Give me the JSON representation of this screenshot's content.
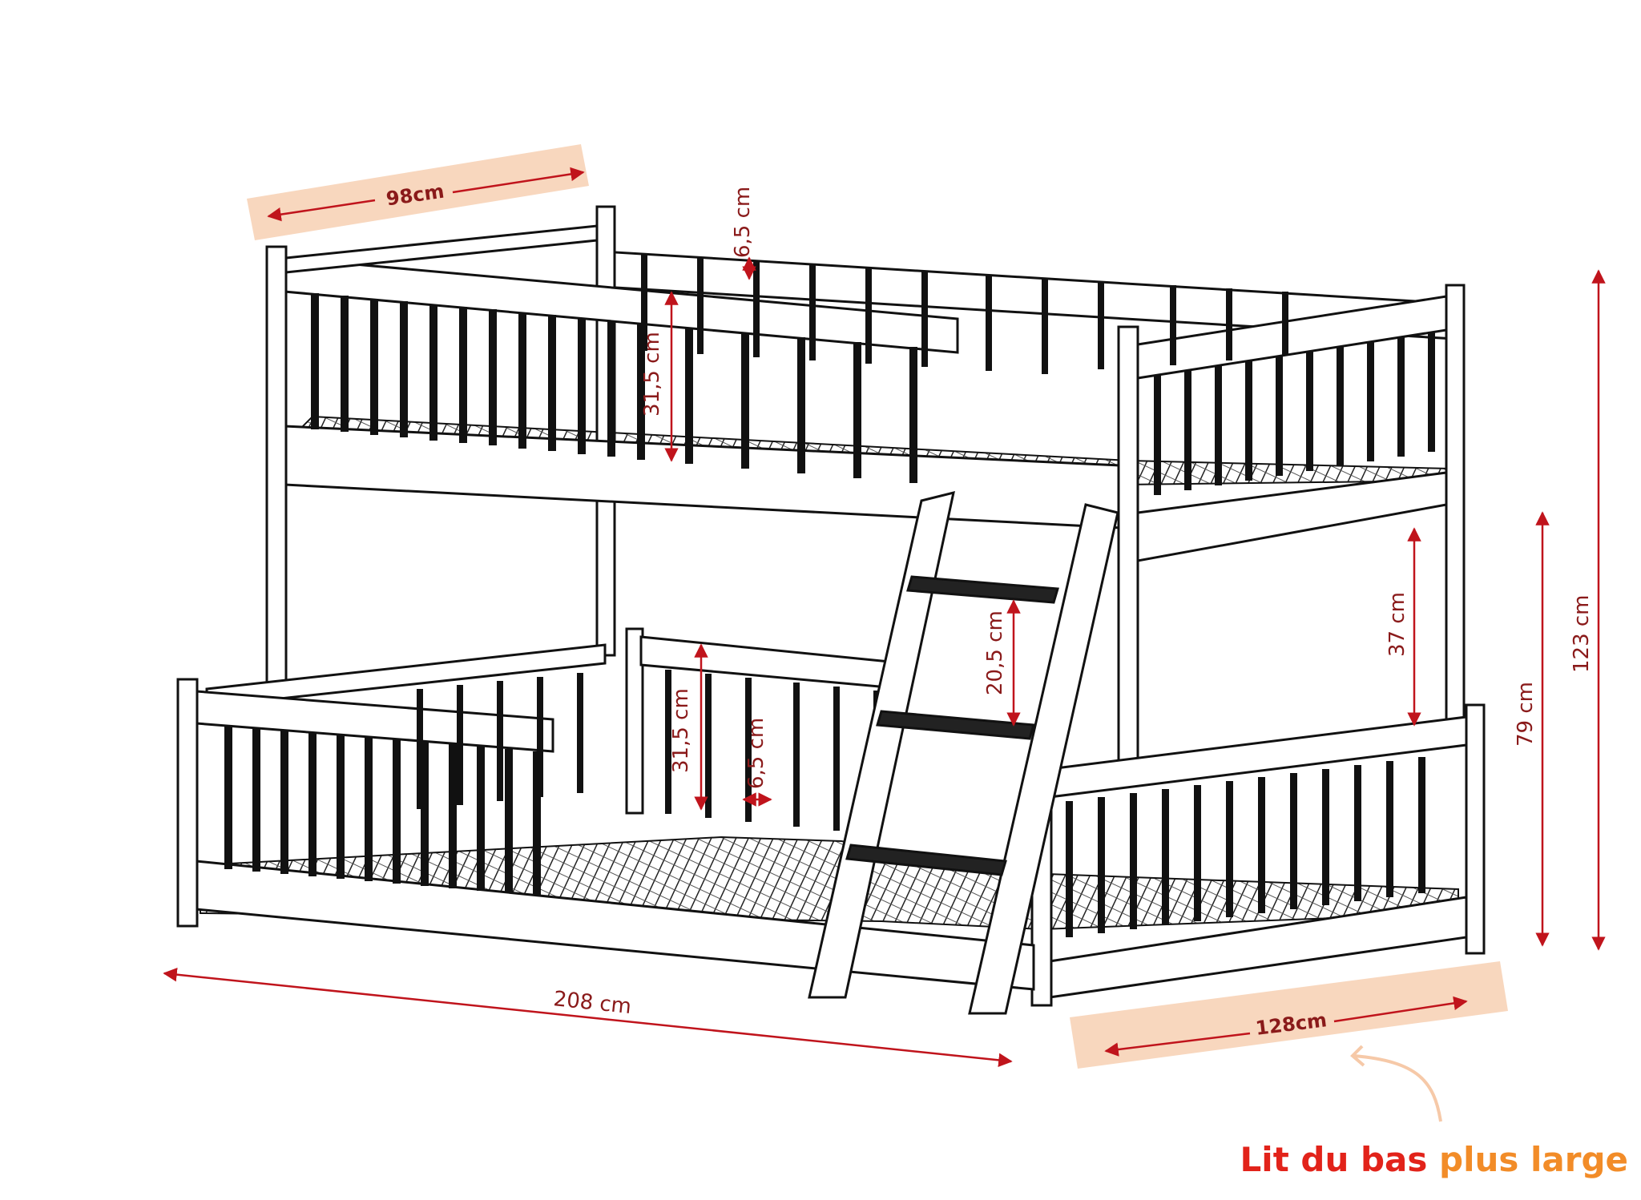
{
  "colors": {
    "dimension": "#c0141c",
    "highlight": "#f6c9a8",
    "caption_primary": "#e2231a",
    "caption_secondary": "#f28c28",
    "line": "#111111"
  },
  "dimensions": {
    "top_width": "98cm",
    "top_post_height": "6,5 cm",
    "top_rail_height": "31,5 cm",
    "ladder_step": "20,5 cm",
    "clearance": "37 cm",
    "total_height": "123 cm",
    "lower_height": "79 cm",
    "bottom_rail_height": "31,5 cm",
    "bottom_post_height": "6,5 cm",
    "total_length": "208 cm",
    "bottom_width": "128cm"
  },
  "caption": {
    "part1": "Lit du bas",
    "part2": "plus large"
  }
}
